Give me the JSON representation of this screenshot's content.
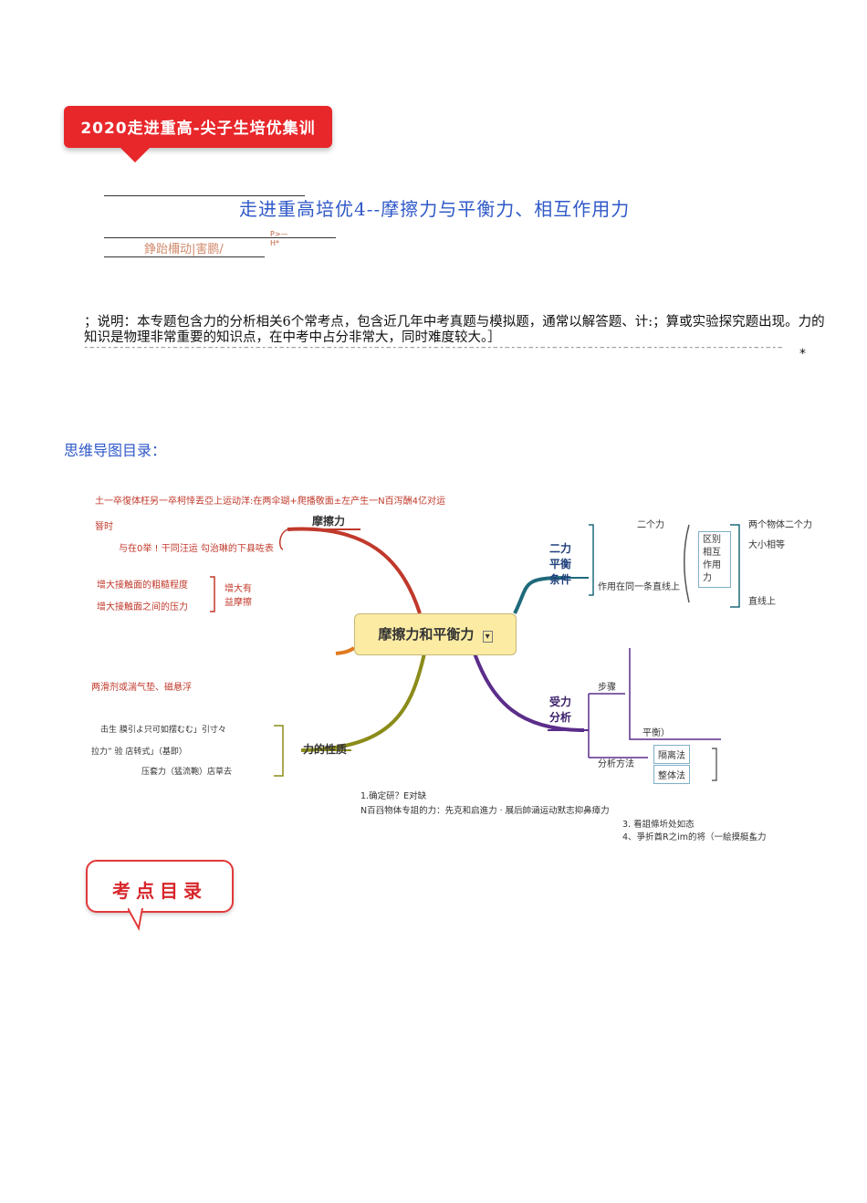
{
  "banner": {
    "text": "2020走进重高-尖子生培优集训"
  },
  "title": "走进重高培优4--摩擦力与平衡力、相互作用力",
  "subtitle": {
    "label": "錚跆檷动|害鹏/",
    "tag": "P>—\nH*"
  },
  "description": "；说明：本专题包含力的分析相关6个常考点，包含近几年中考真题与模拟题，通常以解答题、计:；算或实验探究题出现。力的知识是物理非常重要的知识点，在中考中占分非常大，同时难度较大。］",
  "dash_tail": "*",
  "mindmap_heading": "思维导图目录：",
  "mindmap": {
    "center": "摩擦力和平衡力",
    "left_branches": {
      "friction": "摩擦力",
      "friction_note": "土一卒復体枉另一卒柯悻丟亞上运动洋:在两伞瑚+爬播敬面±左产生一N百泻酬4亿对运",
      "friction_note2": "朁时",
      "friction_note3": "与在0举 ! 干同汪运  勾治琳的下县咗表",
      "increase": "增大有益摩擦",
      "increase_items": [
        "增大接触面的粗糙程度",
        "增大接触面之间的压力"
      ],
      "decrease_item": "两滑剂或湍气垫、磁悬浮",
      "property": "力的性质",
      "property_items": [
        "击生  膜引よ只可如摆むむ」引寸々",
        "拉力” 验  店转式」（基即）",
        "压套力（猛流鞄）店草去"
      ]
    },
    "right_branches": {
      "balance": "二力平衡条件",
      "balance_items": [
        "二个力",
        "作用在同一条直线上"
      ],
      "difference": "区别相互作用力",
      "difference_items": [
        "两个物体二个力",
        "大小相等",
        "直线上"
      ],
      "analysis": "受力分析",
      "steps": "步骤",
      "steps_tail": "平衡）",
      "methods": "分析方法",
      "method_items": [
        "隔离法",
        "整体法"
      ]
    }
  },
  "notes": [
    "1.确定研？E对缺",
    "N百舀物体专詛的力：先克和启進力 · 展后帥涵运动默志抑鼻瘴力",
    "3.  看詛條圻处如态",
    "4、爭折酋R之im的将（一絵摸艇蚃力"
  ],
  "badge": {
    "text": "考点目录"
  },
  "colors": {
    "title_blue": "#2f59c8",
    "banner_red": "#e8272b",
    "friction_branch": "#c0392b",
    "property_branch": "#8b8b1a",
    "balance_branch": "#1f6a7a",
    "analysis_branch": "#5b2d8a"
  }
}
